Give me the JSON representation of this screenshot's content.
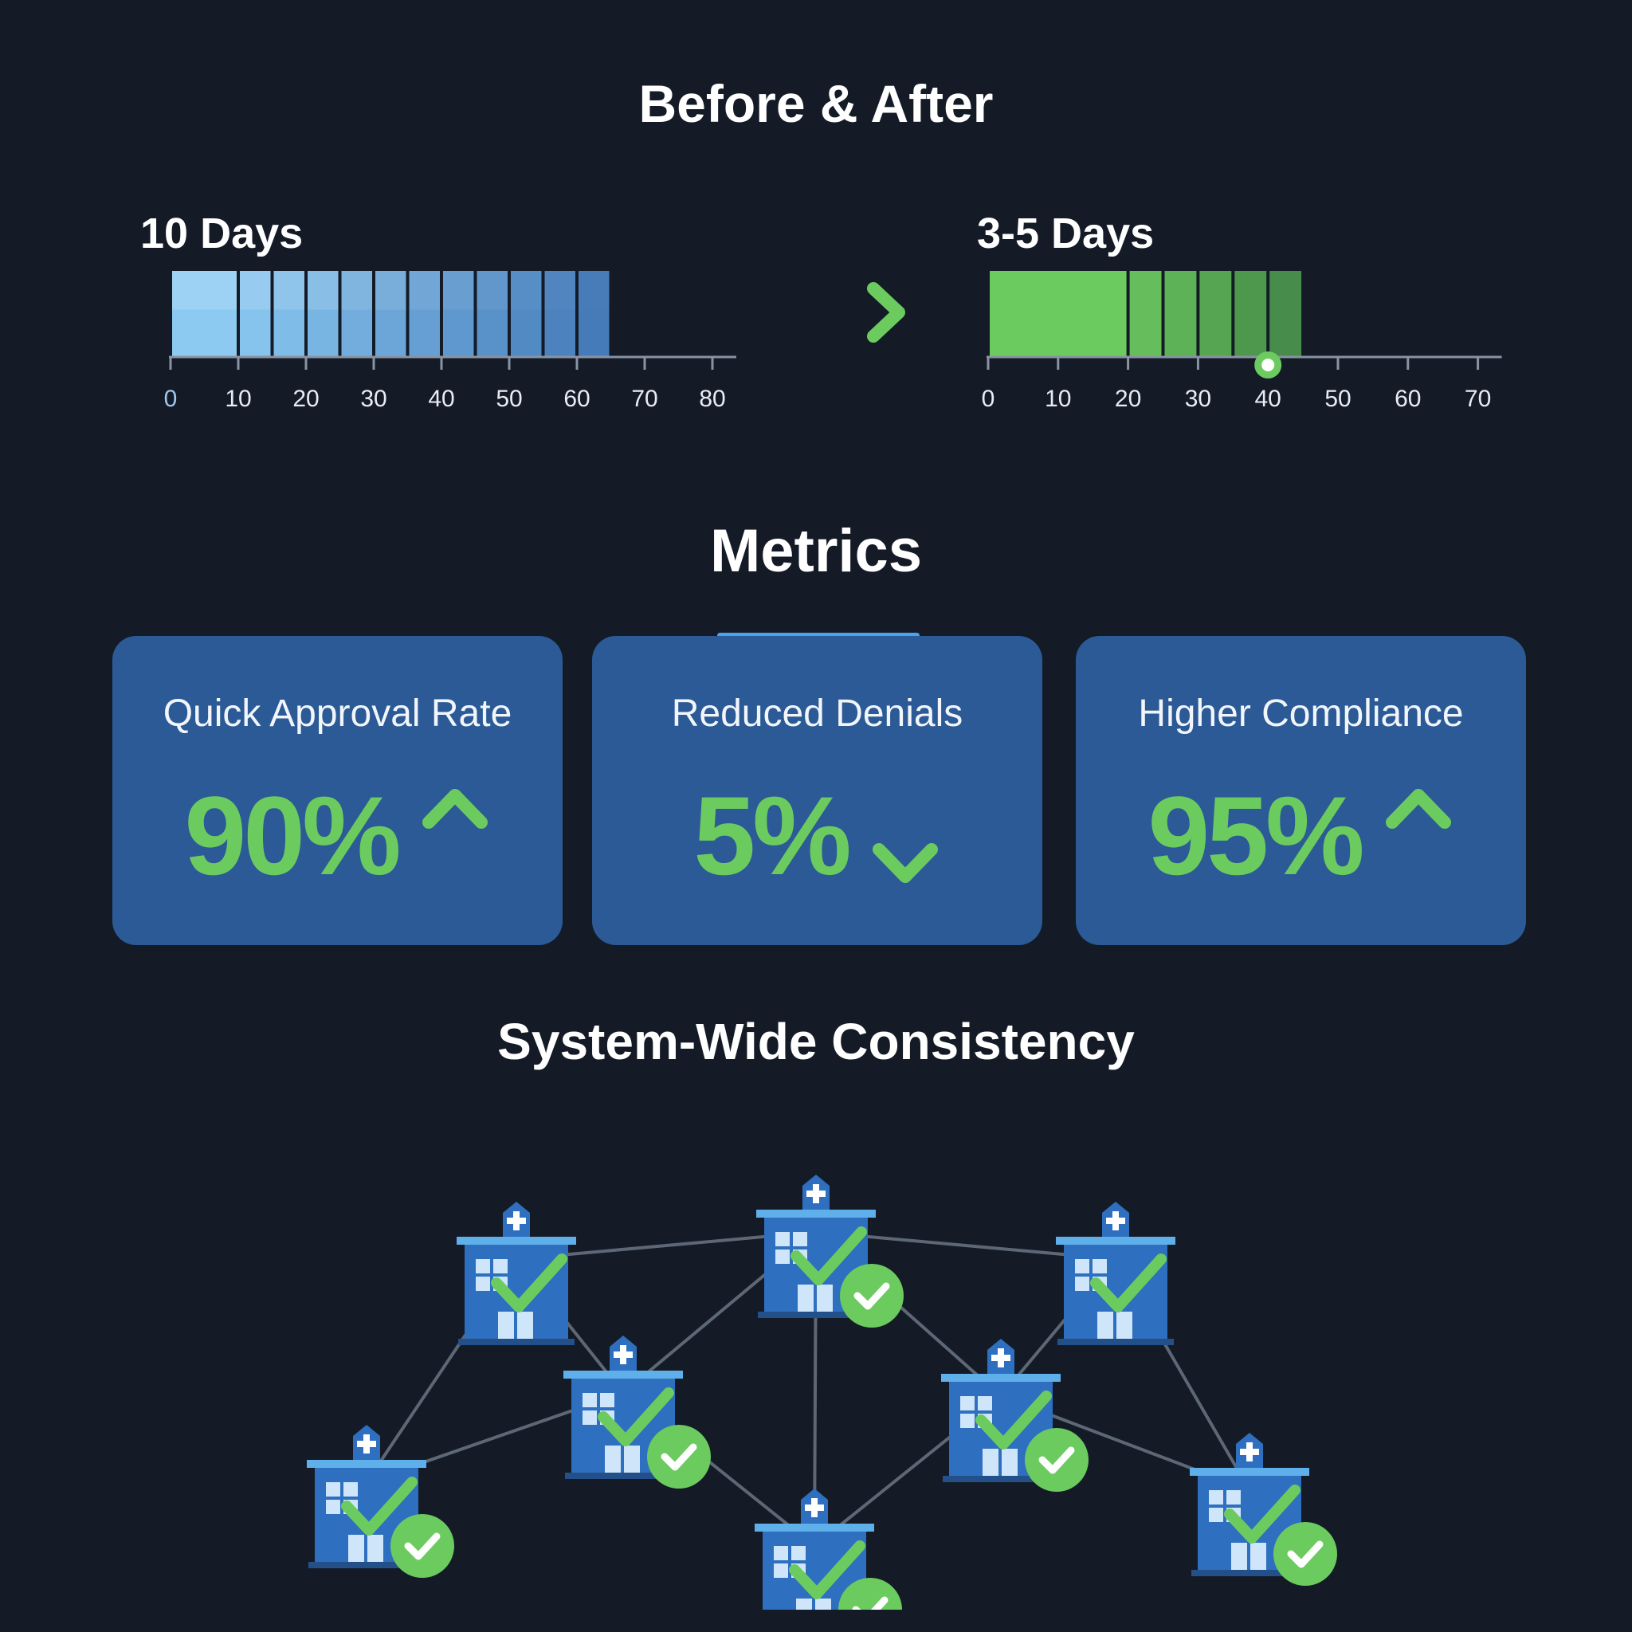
{
  "sections": {
    "before_after": "Before & After",
    "metrics": "Metrics",
    "system": "System-Wide Consistency"
  },
  "colors": {
    "background": "#141b27",
    "before_bar": "#6fb3e6",
    "after_bar": "#6ccb5f",
    "card": "#2b5a96",
    "accent_green": "#6ccb5f",
    "building": "#2f6fbf"
  },
  "chart_data": [
    {
      "type": "bar",
      "title": "10 Days",
      "x": [
        0,
        10,
        20,
        30,
        40,
        50,
        60,
        70,
        80
      ],
      "xlim": [
        0,
        80
      ],
      "segments": [
        0,
        10,
        15,
        20,
        25,
        30,
        35,
        40,
        45,
        50,
        55,
        60,
        65
      ],
      "series": [
        {
          "values": [
            65
          ]
        }
      ]
    },
    {
      "type": "bar",
      "title": "3-5 Days",
      "x": [
        0,
        10,
        20,
        30,
        40,
        50,
        60,
        70
      ],
      "xlim": [
        0,
        70
      ],
      "segments": [
        0,
        20,
        25,
        30,
        35,
        40,
        45
      ],
      "marker": 40,
      "series": [
        {
          "values": [
            45
          ]
        }
      ]
    }
  ],
  "metrics": [
    {
      "title": "Quick Approval Rate",
      "value": "90%",
      "direction": "up-arrow-icon"
    },
    {
      "title": "Reduced Denials",
      "value": "5%",
      "direction": "down-arrow-icon"
    },
    {
      "title": "Higher Compliance",
      "value": "95%",
      "direction": "up-arrow-icon"
    }
  ],
  "network": {
    "node_icon": "hospital-icon",
    "status_icon": "check-circle-icon",
    "node_count": 8
  }
}
